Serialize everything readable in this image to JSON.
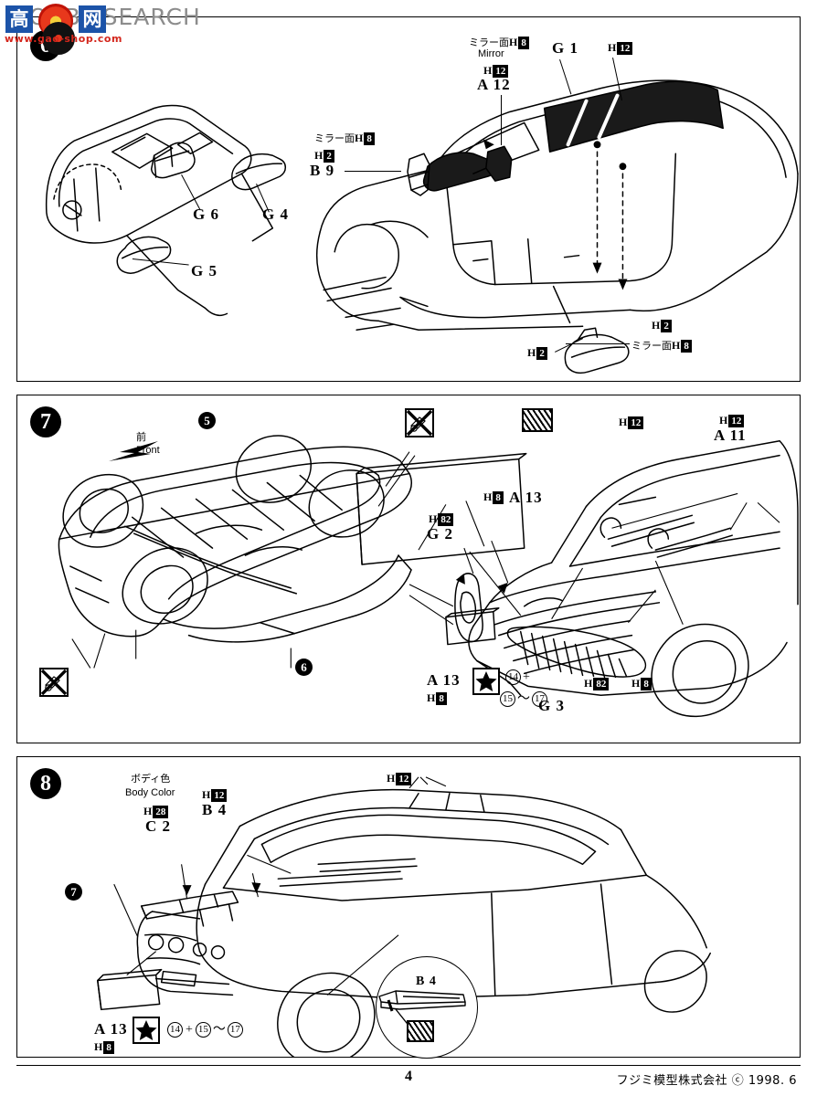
{
  "document": {
    "page_number": "4",
    "copyright": "フジミ模型株式会社 ⓒ 1998. 6",
    "manufacturer": "フジミ模型株式会社",
    "year": "1998. 6"
  },
  "watermark": {
    "text": "HOBBY SEARCH",
    "logo_chars": [
      "高",
      "网"
    ],
    "sub_text": "www.gao-shop.com"
  },
  "steps": [
    {
      "number": "6",
      "labels": [
        {
          "id": "mirror-face-top",
          "jp": "ミラー面",
          "hcode_prefix": "H",
          "hcode": "8"
        },
        {
          "id": "mirror-en",
          "en": "Mirror"
        },
        {
          "id": "a12-h",
          "hcode_prefix": "H",
          "hcode": "12"
        },
        {
          "id": "a12",
          "part": "A 12"
        },
        {
          "id": "g1",
          "part": "G 1"
        },
        {
          "id": "g1-h",
          "hcode_prefix": "H",
          "hcode": "12"
        },
        {
          "id": "mirror-face-left",
          "jp": "ミラー面",
          "hcode_prefix": "H",
          "hcode": "8"
        },
        {
          "id": "b9-h",
          "hcode_prefix": "H",
          "hcode": "2"
        },
        {
          "id": "b9",
          "part": "B 9"
        },
        {
          "id": "g6",
          "part": "G 6"
        },
        {
          "id": "g4",
          "part": "G 4"
        },
        {
          "id": "g5",
          "part": "G 5"
        },
        {
          "id": "h2-right",
          "hcode_prefix": "H",
          "hcode": "2"
        },
        {
          "id": "mirror-face-right",
          "jp": "ミラー面",
          "hcode_prefix": "H",
          "hcode": "8"
        },
        {
          "id": "h2-lower",
          "hcode_prefix": "H",
          "hcode": "2"
        }
      ]
    },
    {
      "number": "7",
      "labels": [
        {
          "id": "front",
          "jp": "前",
          "en": "Front"
        },
        {
          "id": "idx-5",
          "index": "5"
        },
        {
          "id": "idx-6",
          "index": "6"
        },
        {
          "id": "a13-upper",
          "part": "A 13"
        },
        {
          "id": "a11-h",
          "hcode_prefix": "H",
          "hcode": "12"
        },
        {
          "id": "a11",
          "part": "A 11"
        },
        {
          "id": "h12-cowl",
          "hcode_prefix": "H",
          "hcode": "12"
        },
        {
          "id": "g2-h",
          "hcode_prefix": "H",
          "hcode": "82"
        },
        {
          "id": "g2",
          "part": "G 2"
        },
        {
          "id": "h8-hood",
          "hcode_prefix": "H",
          "hcode": "8"
        },
        {
          "id": "a13-lower",
          "part": "A 13"
        },
        {
          "id": "a13-lower-h",
          "hcode_prefix": "H",
          "hcode": "8"
        },
        {
          "id": "g3",
          "part": "G 3"
        },
        {
          "id": "g3-h",
          "hcode_prefix": "H",
          "hcode": "82"
        },
        {
          "id": "h8-grille",
          "hcode_prefix": "H",
          "hcode": "8"
        }
      ],
      "decal_note": {
        "first": "14",
        "plus": "+",
        "range_from": "15",
        "range_to": "17",
        "tilde": "〜"
      }
    },
    {
      "number": "8",
      "labels": [
        {
          "id": "body-color-jp",
          "jp": "ボディ色"
        },
        {
          "id": "body-color-en",
          "en": "Body Color"
        },
        {
          "id": "c2-h",
          "hcode_prefix": "H",
          "hcode": "28"
        },
        {
          "id": "c2",
          "part": "C 2"
        },
        {
          "id": "b4-h",
          "hcode_prefix": "H",
          "hcode": "12"
        },
        {
          "id": "b4",
          "part": "B 4"
        },
        {
          "id": "h12-roof",
          "hcode_prefix": "H",
          "hcode": "12"
        },
        {
          "id": "idx-7",
          "index": "7"
        },
        {
          "id": "a13",
          "part": "A 13"
        },
        {
          "id": "a13-h",
          "hcode_prefix": "H",
          "hcode": "8"
        },
        {
          "id": "detail-b4",
          "part": "B 4"
        }
      ],
      "decal_note": {
        "first": "14",
        "plus": "+",
        "range_from": "15",
        "range_to": "17",
        "tilde": "〜"
      }
    }
  ],
  "icons": {
    "hatch": "sanding-hatch-icon",
    "star": "star-decal-icon",
    "no_glue": "no-glue-icon",
    "front_arrow": "front-arrow-icon"
  }
}
